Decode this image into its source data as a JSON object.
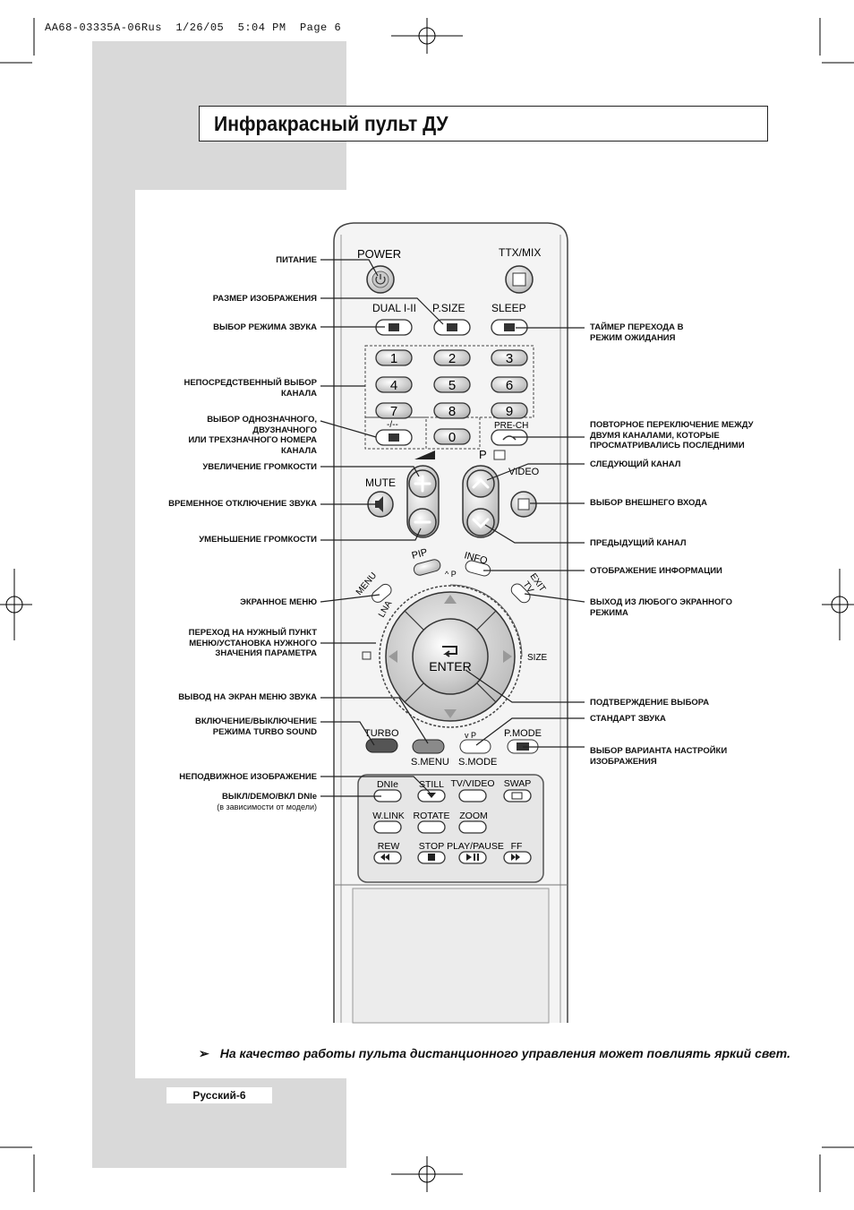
{
  "header": {
    "print_line": "AA68-03335A-06Rus  1/26/05  5:04 PM  Page 6"
  },
  "title": "Инфракрасный пульт ДУ",
  "remote": {
    "power": "POWER",
    "ttx_mix": "TTX/MIX",
    "dual": "DUAL I-II",
    "psize": "P.SIZE",
    "sleep": "SLEEP",
    "digits": [
      "1",
      "2",
      "3",
      "4",
      "5",
      "6",
      "7",
      "8",
      "9",
      "0"
    ],
    "dash": "-/--",
    "prech": "PRE-CH",
    "p": "P",
    "mute": "MUTE",
    "video": "VIDEO",
    "pip": "PIP",
    "info": "INFO",
    "menu": "MENU",
    "exit": "EXIT",
    "tv": "TV",
    "lna": "LNA",
    "enter": "ENTER",
    "size": "SIZE",
    "turbo": "TURBO",
    "smenu": "S.MENU",
    "smode": "S.MODE",
    "pmode": "P.MODE",
    "dnie": "DNIe",
    "still": "STILL",
    "tvvideo": "TV/VIDEO",
    "swap": "SWAP",
    "wlink": "W.LINK",
    "rotate": "ROTATE",
    "zoom": "ZOOM",
    "rew": "REW",
    "stop": "STOP",
    "playpause": "PLAY/PAUSE",
    "ff": "FF"
  },
  "labels_left": [
    "ПИТАНИЕ",
    "РАЗМЕР ИЗОБРАЖЕНИЯ",
    "ВЫБОР РЕЖИМА ЗВУКА",
    "НЕПОСРЕДСТВЕННЫЙ ВЫБОР\nКАНАЛА",
    "ВЫБОР ОДНОЗНАЧНОГО,\nДВУЗНАЧНОГО\nИЛИ ТРЕХЗНАЧНОГО НОМЕРА\nКАНАЛА",
    "УВЕЛИЧЕНИЕ ГРОМКОСТИ",
    "ВРЕМЕННОЕ ОТКЛЮЧЕНИЕ ЗВУКА",
    "УМЕНЬШЕНИЕ ГРОМКОСТИ",
    "ЭКРАННОЕ МЕНЮ",
    "ПЕРЕХОД НА НУЖНЫЙ ПУНКТ\nМЕНЮ/УСТАНОВКА НУЖНОГО\nЗНАЧЕНИЯ ПАРАМЕТРА",
    "ВЫВОД НА ЭКРАН МЕНЮ ЗВУКА",
    "ВКЛЮЧЕНИЕ/ВЫКЛЮЧЕНИЕ\nРЕЖИМА TURBO SOUND",
    "НЕПОДВИЖНОЕ ИЗОБРАЖЕНИЕ",
    "ВЫКЛ/DEMO/ВКЛ DNIe"
  ],
  "labels_left_note": "(в зависимости от модели)",
  "labels_right": [
    "ТАЙМЕР ПЕРЕХОДА В\nРЕЖИМ ОЖИДАНИЯ",
    "ПОВТОРНОЕ ПЕРЕКЛЮЧЕНИЕ МЕЖДУ\nДВУМЯ КАНАЛАМИ, КОТОРЫЕ\nПРОСМАТРИВАЛИСЬ ПОСЛЕДНИМИ",
    "СЛЕДУЮЩИЙ КАНАЛ",
    "ВЫБОР ВНЕШНЕГО ВХОДА",
    "ПРЕДЫДУЩИЙ КАНАЛ",
    "ОТОБРАЖЕНИЕ ИНФОРМАЦИИ",
    "ВЫХОД ИЗ ЛЮБОГО ЭКРАННОГО\nРЕЖИМА",
    "ПОДТВЕРЖДЕНИЕ ВЫБОРА",
    "СТАНДАРТ ЗВУКА",
    "ВЫБОР ВАРИАНТА НАСТРОЙКИ\nИЗОБРАЖЕНИЯ"
  ],
  "note": "На качество работы пульта дистанционного управления может повлиять яркий свет.",
  "page_label": "Русский-6"
}
